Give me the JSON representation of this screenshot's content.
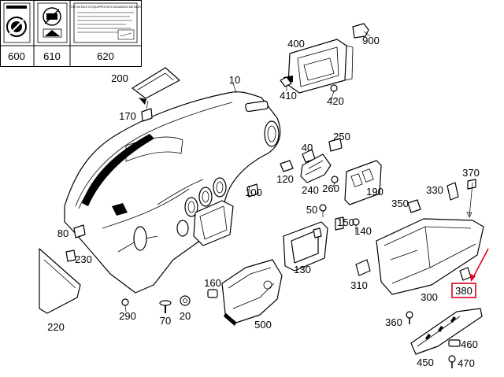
{
  "diagram": {
    "labels": {
      "p10": "10",
      "p20": "20",
      "p40": "40",
      "p50": "50",
      "p70": "70",
      "p80": "80",
      "p100": "100",
      "p120": "120",
      "p130": "130",
      "p140": "140",
      "p150": "150",
      "p160": "160",
      "p170": "170",
      "p190": "190",
      "p200": "200",
      "p220": "220",
      "p230": "230",
      "p240": "240",
      "p250": "250",
      "p260": "260",
      "p290": "290",
      "p300": "300",
      "p310": "310",
      "p330": "330",
      "p350": "350",
      "p360": "360",
      "p370": "370",
      "p380": "380",
      "p400": "400",
      "p410": "410",
      "p420": "420",
      "p450": "450",
      "p460": "460",
      "p470": "470",
      "p500": "500",
      "p600": "600",
      "p610": "610",
      "p620": "620",
      "p900": "900"
    },
    "highlight": {
      "part": "380",
      "color": "#e0001a"
    },
    "label_620_text": "THIS VEHICLE IS EQUIPPED WITH ADVANCED AIR BAGS"
  }
}
